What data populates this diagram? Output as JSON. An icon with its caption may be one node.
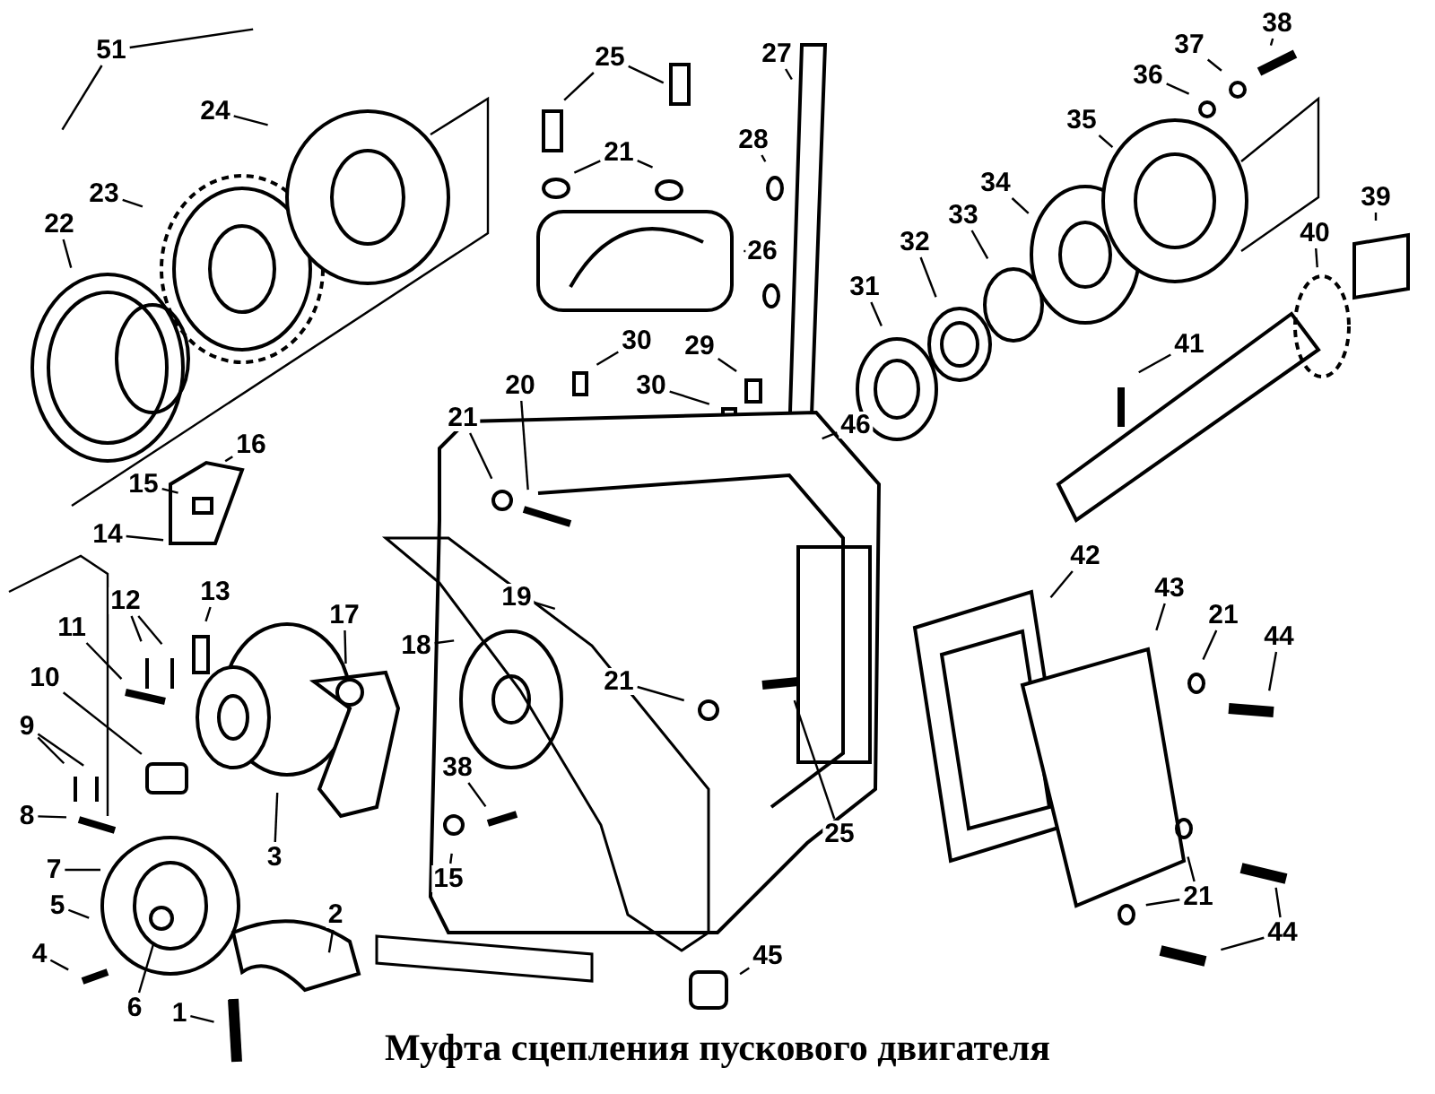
{
  "diagram": {
    "caption": "Муфта сцепления пускового двигателя",
    "nodes": [
      {
        "text": [
          "51"
        ]
      },
      {
        "text": [
          "24"
        ]
      },
      {
        "text": [
          "23"
        ]
      },
      {
        "text": [
          "22"
        ]
      },
      {
        "text": [
          "25"
        ]
      },
      {
        "text": [
          "21"
        ]
      },
      {
        "text": [
          "26"
        ]
      },
      {
        "text": [
          "27"
        ]
      },
      {
        "text": [
          "28"
        ]
      },
      {
        "text": [
          "38"
        ]
      },
      {
        "text": [
          "37"
        ]
      },
      {
        "text": [
          "36"
        ]
      },
      {
        "text": [
          "35"
        ]
      },
      {
        "text": [
          "34"
        ]
      },
      {
        "text": [
          "33"
        ]
      },
      {
        "text": [
          "32"
        ]
      },
      {
        "text": [
          "31"
        ]
      },
      {
        "text": [
          "39"
        ]
      },
      {
        "text": [
          "40"
        ]
      },
      {
        "text": [
          "41"
        ]
      },
      {
        "text": [
          "46"
        ]
      },
      {
        "text": [
          "30"
        ]
      },
      {
        "text": [
          "29"
        ]
      },
      {
        "text": [
          "30"
        ]
      },
      {
        "text": [
          "20"
        ]
      },
      {
        "text": [
          "21"
        ]
      },
      {
        "text": [
          "16"
        ]
      },
      {
        "text": [
          "15"
        ]
      },
      {
        "text": [
          "14"
        ]
      },
      {
        "text": [
          "12"
        ]
      },
      {
        "text": [
          "13"
        ]
      },
      {
        "text": [
          "11"
        ]
      },
      {
        "text": [
          "10"
        ]
      },
      {
        "text": [
          "9"
        ]
      },
      {
        "text": [
          "8"
        ]
      },
      {
        "text": [
          "17"
        ]
      },
      {
        "text": [
          "18"
        ]
      },
      {
        "text": [
          "19"
        ]
      },
      {
        "text": [
          "21"
        ]
      },
      {
        "text": [
          "42"
        ]
      },
      {
        "text": [
          "43"
        ]
      },
      {
        "text": [
          "21"
        ]
      },
      {
        "text": [
          "44"
        ]
      },
      {
        "text": [
          "7"
        ]
      },
      {
        "text": [
          "5"
        ]
      },
      {
        "text": [
          "4"
        ]
      },
      {
        "text": [
          "6"
        ]
      },
      {
        "text": [
          "3"
        ]
      },
      {
        "text": [
          "38"
        ]
      },
      {
        "text": [
          "15"
        ]
      },
      {
        "text": [
          "25"
        ]
      },
      {
        "text": [
          "2"
        ]
      },
      {
        "text": [
          "1"
        ]
      },
      {
        "text": [
          "45"
        ]
      },
      {
        "text": [
          "21"
        ]
      },
      {
        "text": [
          "44"
        ]
      }
    ],
    "edges": [
      {
        "from": 0,
        "to": null,
        "arrow": "none"
      },
      {
        "from": 0,
        "to": null,
        "arrow": "none"
      },
      {
        "from": 1,
        "to": null,
        "arrow": "none"
      },
      {
        "from": 2,
        "to": null,
        "arrow": "none"
      },
      {
        "from": 3,
        "to": null,
        "arrow": "none"
      },
      {
        "from": 4,
        "to": null,
        "arrow": "none"
      },
      {
        "from": 4,
        "to": null,
        "arrow": "none"
      },
      {
        "from": 5,
        "to": null,
        "arrow": "none"
      },
      {
        "from": 5,
        "to": null,
        "arrow": "none"
      },
      {
        "from": 6,
        "to": null,
        "arrow": "none"
      },
      {
        "from": 7,
        "to": null,
        "arrow": "none"
      },
      {
        "from": 8,
        "to": null,
        "arrow": "none"
      },
      {
        "from": 9,
        "to": null,
        "arrow": "none"
      },
      {
        "from": 10,
        "to": null,
        "arrow": "none"
      },
      {
        "from": 11,
        "to": null,
        "arrow": "none"
      },
      {
        "from": 12,
        "to": null,
        "arrow": "none"
      },
      {
        "from": 13,
        "to": null,
        "arrow": "none"
      },
      {
        "from": 14,
        "to": null,
        "arrow": "none"
      },
      {
        "from": 15,
        "to": null,
        "arrow": "none"
      },
      {
        "from": 16,
        "to": null,
        "arrow": "none"
      },
      {
        "from": 17,
        "to": null,
        "arrow": "none"
      },
      {
        "from": 18,
        "to": null,
        "arrow": "none"
      },
      {
        "from": 19,
        "to": null,
        "arrow": "none"
      },
      {
        "from": 20,
        "to": null,
        "arrow": "none"
      },
      {
        "from": 21,
        "to": null,
        "arrow": "none"
      },
      {
        "from": 22,
        "to": null,
        "arrow": "none"
      },
      {
        "from": 23,
        "to": null,
        "arrow": "none"
      },
      {
        "from": 24,
        "to": null,
        "arrow": "none"
      },
      {
        "from": 25,
        "to": null,
        "arrow": "none"
      },
      {
        "from": 26,
        "to": null,
        "arrow": "none"
      },
      {
        "from": 27,
        "to": null,
        "arrow": "none"
      },
      {
        "from": 28,
        "to": null,
        "arrow": "none"
      },
      {
        "from": 29,
        "to": null,
        "arrow": "none"
      },
      {
        "from": 29,
        "to": null,
        "arrow": "none"
      },
      {
        "from": 30,
        "to": null,
        "arrow": "none"
      },
      {
        "from": 31,
        "to": null,
        "arrow": "none"
      },
      {
        "from": 32,
        "to": null,
        "arrow": "none"
      },
      {
        "from": 33,
        "to": null,
        "arrow": "none"
      },
      {
        "from": 33,
        "to": null,
        "arrow": "none"
      },
      {
        "from": 34,
        "to": null,
        "arrow": "none"
      },
      {
        "from": 35,
        "to": null,
        "arrow": "none"
      },
      {
        "from": 36,
        "to": null,
        "arrow": "none"
      },
      {
        "from": 37,
        "to": null,
        "arrow": "none"
      },
      {
        "from": 38,
        "to": null,
        "arrow": "none"
      },
      {
        "from": 39,
        "to": null,
        "arrow": "none"
      },
      {
        "from": 40,
        "to": null,
        "arrow": "none"
      },
      {
        "from": 41,
        "to": null,
        "arrow": "none"
      },
      {
        "from": 42,
        "to": null,
        "arrow": "none"
      },
      {
        "from": 43,
        "to": null,
        "arrow": "none"
      },
      {
        "from": 44,
        "to": null,
        "arrow": "none"
      },
      {
        "from": 45,
        "to": null,
        "arrow": "none"
      },
      {
        "from": 46,
        "to": null,
        "arrow": "none"
      },
      {
        "from": 47,
        "to": null,
        "arrow": "none"
      },
      {
        "from": 48,
        "to": null,
        "arrow": "none"
      },
      {
        "from": 49,
        "to": null,
        "arrow": "none"
      },
      {
        "from": 50,
        "to": null,
        "arrow": "none"
      },
      {
        "from": 51,
        "to": null,
        "arrow": "none"
      },
      {
        "from": 52,
        "to": null,
        "arrow": "none"
      },
      {
        "from": 53,
        "to": null,
        "arrow": "none"
      },
      {
        "from": 54,
        "to": null,
        "arrow": "none"
      },
      {
        "from": 54,
        "to": null,
        "arrow": "none"
      },
      {
        "from": 55,
        "to": null,
        "arrow": "none"
      },
      {
        "from": 55,
        "to": null,
        "arrow": "none"
      }
    ]
  }
}
